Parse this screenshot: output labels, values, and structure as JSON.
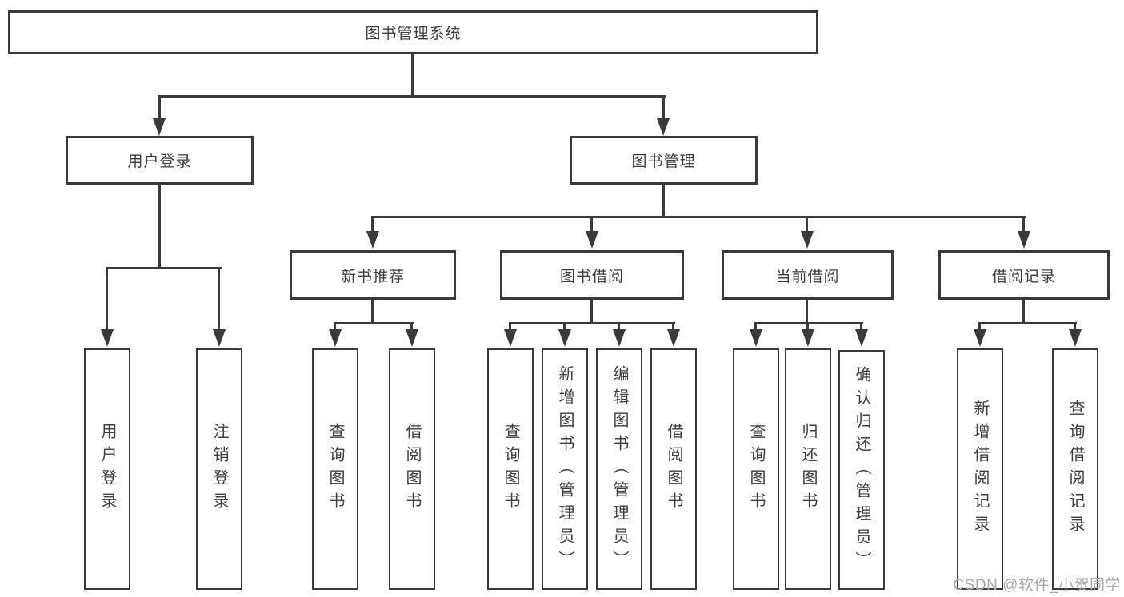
{
  "diagram_type": "hierarchy-tree",
  "nodes": {
    "root": {
      "label": "图书管理系统"
    },
    "user_login": {
      "label": "用户登录"
    },
    "book_mgmt": {
      "label": "图书管理"
    },
    "new_book_rec": {
      "label": "新书推荐"
    },
    "book_borrow": {
      "label": "图书借阅"
    },
    "current_borrow": {
      "label": "当前借阅"
    },
    "borrow_record": {
      "label": "借阅记录"
    },
    "leaf_user_login": {
      "label": "用户登录"
    },
    "leaf_logout": {
      "label": "注销登录"
    },
    "leaf_query_book_1": {
      "label": "查询图书"
    },
    "leaf_borrow_book_1": {
      "label": "借阅图书"
    },
    "leaf_query_book_2": {
      "label": "查询图书"
    },
    "leaf_add_book": {
      "label": "新增图书（管理员）"
    },
    "leaf_edit_book": {
      "label": "编辑图书（管理员）"
    },
    "leaf_borrow_book_2": {
      "label": "借阅图书"
    },
    "leaf_query_book_3": {
      "label": "查询图书"
    },
    "leaf_return_book": {
      "label": "归还图书"
    },
    "leaf_confirm_return": {
      "label": "确认归还（管理员）"
    },
    "leaf_add_record": {
      "label": "新增借阅记录"
    },
    "leaf_query_record": {
      "label": "查询借阅记录"
    }
  },
  "structure": {
    "图书管理系统": [
      "用户登录",
      "图书管理"
    ],
    "用户登录": [
      "用户登录",
      "注销登录"
    ],
    "图书管理": [
      "新书推荐",
      "图书借阅",
      "当前借阅",
      "借阅记录"
    ],
    "新书推荐": [
      "查询图书",
      "借阅图书"
    ],
    "图书借阅": [
      "查询图书",
      "新增图书（管理员）",
      "编辑图书（管理员）",
      "借阅图书"
    ],
    "当前借阅": [
      "查询图书",
      "归还图书",
      "确认归还（管理员）"
    ],
    "借阅记录": [
      "新增借阅记录",
      "查询借阅记录"
    ]
  },
  "watermark": {
    "text": "CSDN @软件_小贺同学"
  },
  "colors": {
    "line": "#3a3a3a",
    "text": "#3d3d3d",
    "background": "#ffffff",
    "watermark": "#a9a9a9"
  }
}
